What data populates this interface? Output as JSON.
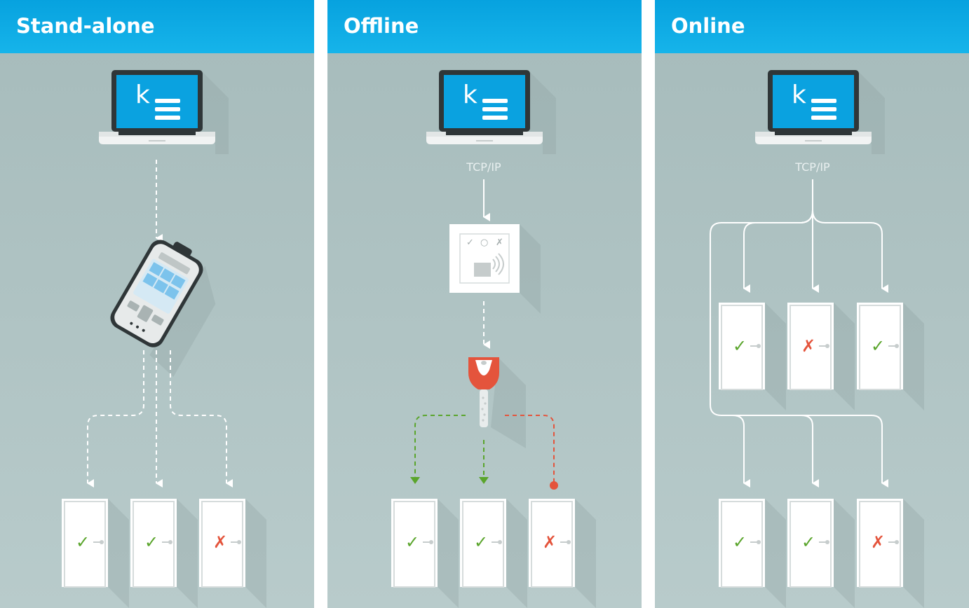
{
  "panels": [
    {
      "title": "Stand-alone",
      "device": "handheld",
      "doors": [
        {
          "status": "check",
          "symbol": "✓"
        },
        {
          "status": "check",
          "symbol": "✓"
        },
        {
          "status": "cross",
          "symbol": "✗"
        }
      ]
    },
    {
      "title": "Offline",
      "protocol": "TCP/IP",
      "device": "wall-programmer",
      "reader_symbols": [
        "✓",
        "○",
        "✗"
      ],
      "doors": [
        {
          "status": "check",
          "symbol": "✓"
        },
        {
          "status": "check",
          "symbol": "✓"
        },
        {
          "status": "cross",
          "symbol": "✗"
        }
      ]
    },
    {
      "title": "Online",
      "protocol": "TCP/IP",
      "doors_top": [
        {
          "status": "check",
          "symbol": "✓"
        },
        {
          "status": "cross",
          "symbol": "✗"
        },
        {
          "status": "check",
          "symbol": "✓"
        }
      ],
      "doors": [
        {
          "status": "check",
          "symbol": "✓"
        },
        {
          "status": "check",
          "symbol": "✓"
        },
        {
          "status": "cross",
          "symbol": "✗"
        }
      ]
    }
  ],
  "laptop_logo_letter": "k",
  "colors": {
    "header": "#0aa8e4",
    "panel": "#a9bebe",
    "check": "#5aa52c",
    "cross": "#e4543c",
    "key": "#e4543c"
  },
  "icons": [
    "laptop-icon",
    "handheld-device-icon",
    "wall-programmer-icon",
    "key-icon",
    "door-icon",
    "check-icon",
    "cross-icon",
    "arrow-icon"
  ]
}
